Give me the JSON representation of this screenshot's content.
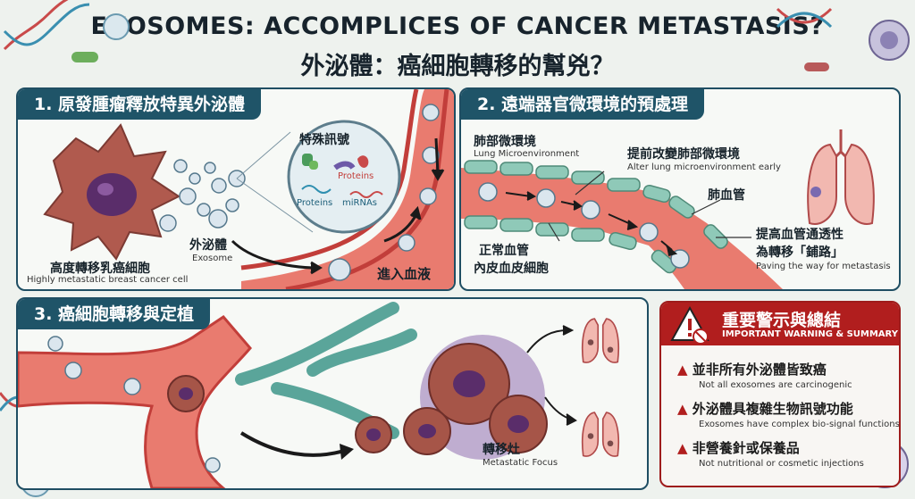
{
  "header": {
    "title_en": "EXOSOMES: ACCOMPLICES OF CANCER METASTASIS?",
    "title_zh": "外泌體：癌細胞轉移的幫兇？"
  },
  "panel1": {
    "title": "1. 原發腫瘤釋放特異外泌體",
    "signal_title": "特殊訊號",
    "proteins_1": "Proteins",
    "proteins_2": "Proteins",
    "mirnas": "miRNAs",
    "exosome_zh": "外泌體",
    "exosome_en": "Exosome",
    "cell_zh": "高度轉移乳癌細胞",
    "cell_en": "Highly metastatic breast cancer cell",
    "blood": "進入血液"
  },
  "panel2": {
    "title": "2. 遠端器官微環境的預處理",
    "lung_zh": "肺部微環境",
    "lung_en": "Lung Microenvironment",
    "alter_zh": "提前改變肺部微環境",
    "alter_en": "Alter lung microenvironment early",
    "vessel": "肺血管",
    "perm_zh1": "提高血管通透性",
    "perm_zh2": "為轉移「鋪路」",
    "perm_en": "Paving the way for metastasis",
    "normal_zh1": "正常血管",
    "normal_zh2": "內皮血皮細胞"
  },
  "panel3": {
    "title": "3. 癌細胞轉移與定植",
    "focus_zh": "轉移灶",
    "focus_en": "Metastatic Focus"
  },
  "warning": {
    "title_zh": "重要警示與總結",
    "title_en": "IMPORTANT WARNING & SUMMARY",
    "items": [
      {
        "zh": "並非所有外泌體皆致癌",
        "en": "Not all exosomes are carcinogenic"
      },
      {
        "zh": "外泌體具複雜生物訊號功能",
        "en": "Exosomes have complex bio-signal functions"
      },
      {
        "zh": "非營養針或保養品",
        "en": "Not nutritional or cosmetic injections"
      }
    ]
  },
  "colors": {
    "panel_header": "#1f5468",
    "warning_red": "#b11e1e",
    "vessel_red": "#d9534f",
    "tumor": "#a8544a",
    "endothelium": "#8fc9b8"
  }
}
